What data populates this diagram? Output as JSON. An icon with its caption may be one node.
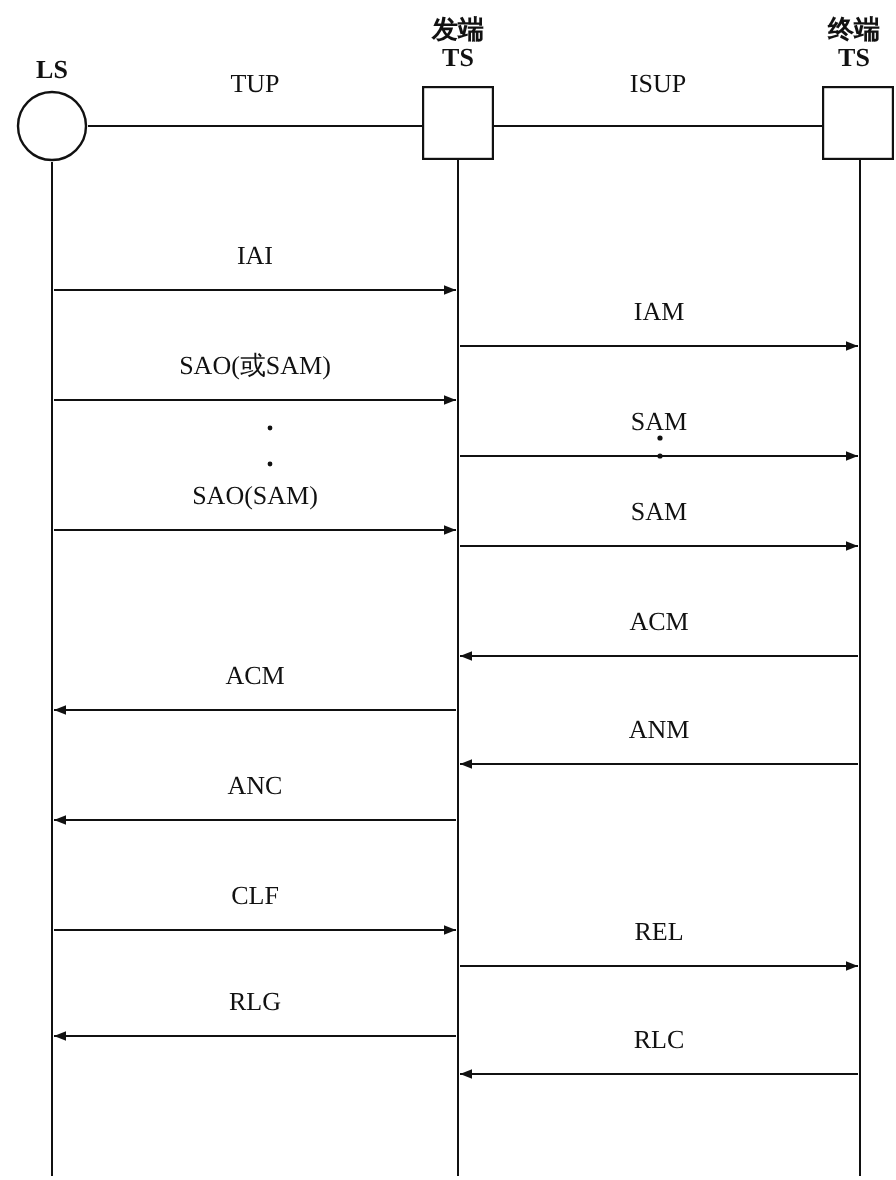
{
  "diagram": {
    "nodes": [
      {
        "text": [
          "LS"
        ]
      },
      {
        "text": [
          "发端 TS"
        ]
      },
      {
        "text": [
          "终端 TS"
        ]
      }
    ],
    "edges": [
      {
        "from": 0,
        "to": 1,
        "arrow": "none",
        "label": "TUP"
      },
      {
        "from": 1,
        "to": 2,
        "arrow": "none",
        "label": "ISUP"
      },
      {
        "from": 0,
        "to": 1,
        "arrow": "to",
        "label": "IAI"
      },
      {
        "from": 1,
        "to": 2,
        "arrow": "to",
        "label": "IAM"
      },
      {
        "from": 0,
        "to": 1,
        "arrow": "to",
        "label": "SAO(或SAM)"
      },
      {
        "from": 1,
        "to": 2,
        "arrow": "to",
        "label": "SAM"
      },
      {
        "from": 0,
        "to": 1,
        "arrow": "to",
        "label": "SAO(SAM)"
      },
      {
        "from": 1,
        "to": 2,
        "arrow": "to",
        "label": "SAM"
      },
      {
        "from": 2,
        "to": 1,
        "arrow": "to",
        "label": "ACM"
      },
      {
        "from": 1,
        "to": 0,
        "arrow": "to",
        "label": "ACM"
      },
      {
        "from": 2,
        "to": 1,
        "arrow": "to",
        "label": "ANM"
      },
      {
        "from": 1,
        "to": 0,
        "arrow": "to",
        "label": "ANC"
      },
      {
        "from": 0,
        "to": 1,
        "arrow": "to",
        "label": "CLF"
      },
      {
        "from": 1,
        "to": 2,
        "arrow": "to",
        "label": "REL"
      },
      {
        "from": 1,
        "to": 0,
        "arrow": "to",
        "label": "RLG"
      },
      {
        "from": 2,
        "to": 1,
        "arrow": "to",
        "label": "RLC"
      }
    ]
  }
}
